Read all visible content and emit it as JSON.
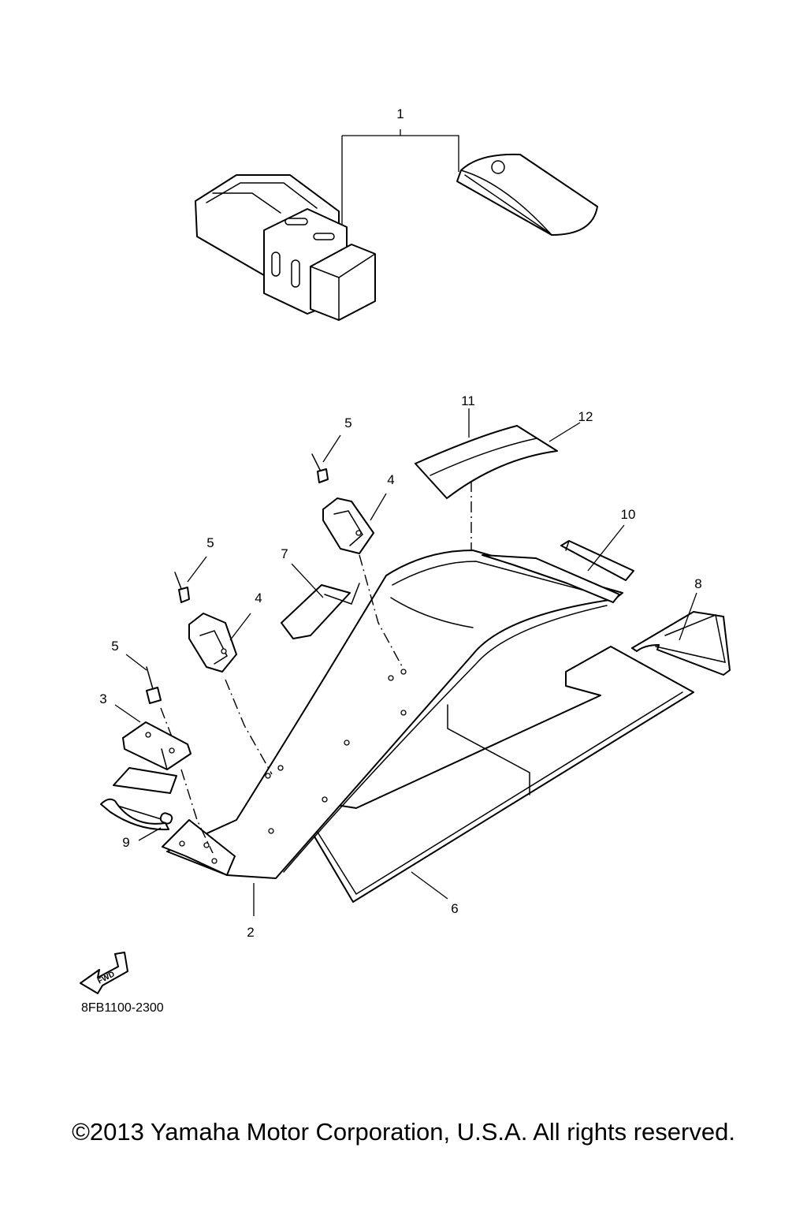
{
  "callouts": [
    "1",
    "2",
    "3",
    "4",
    "4",
    "5",
    "5",
    "5",
    "6",
    "7",
    "8",
    "9",
    "10",
    "11",
    "12"
  ],
  "fwd_label": "FWD",
  "drawing_code": "8FB1100-2300",
  "copyright": "©2013 Yamaha Motor Corporation, U.S.A. All rights reserved."
}
